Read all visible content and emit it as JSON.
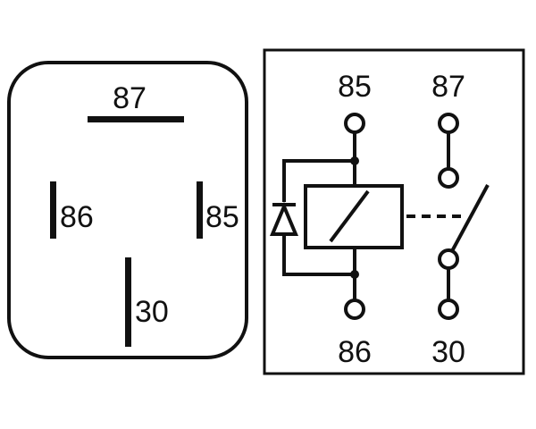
{
  "colors": {
    "ink": "#111111",
    "background": "#ffffff"
  },
  "footprint": {
    "pins": {
      "p87": "87",
      "p86": "86",
      "p85": "85",
      "p30": "30"
    }
  },
  "schematic": {
    "labels": {
      "p85": "85",
      "p87": "87",
      "p86": "86",
      "p30": "30"
    },
    "components": {
      "coil": "relay-coil",
      "diode": "suppression-diode",
      "switch": "normally-open-contact"
    }
  }
}
